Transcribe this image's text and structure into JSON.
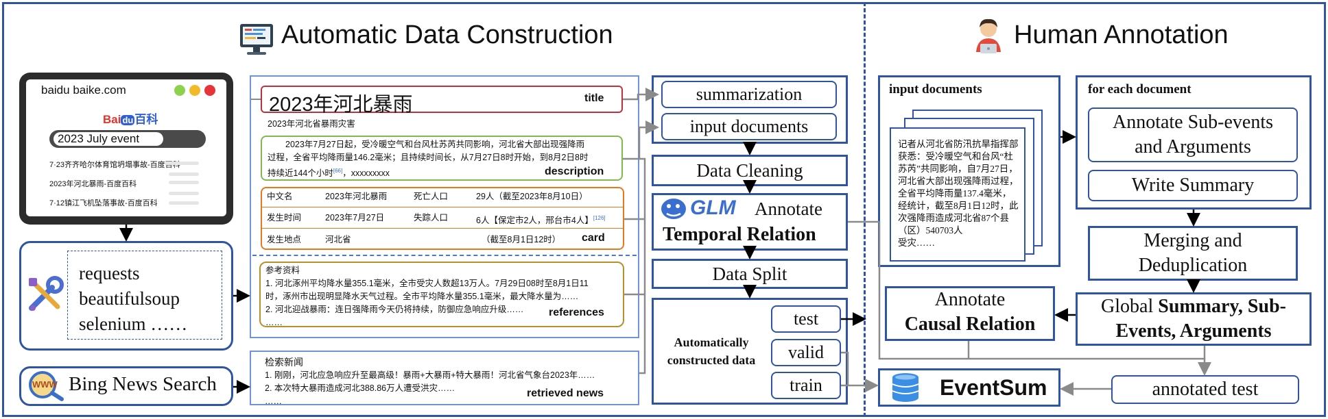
{
  "sections": {
    "auto_title": "Automatic Data Construction",
    "human_title": "Human Annotation"
  },
  "browser": {
    "url": "baidu baike.com",
    "logo_left": "Bai",
    "logo_du": "du",
    "logo_right": "百科",
    "search_value": "2023 July event",
    "results": [
      "7·23齐齐哈尔体育馆坍塌事故-百度百科",
      "2023年河北暴雨-百度百科",
      "7·12镇江飞机坠落事故-百度百科"
    ]
  },
  "tools": {
    "lines": [
      "requests",
      "beautifulsoup",
      "selenium ……"
    ]
  },
  "bing": {
    "label": "Bing News Search",
    "icon_text": "WWW"
  },
  "page": {
    "title_value": "2023年河北暴雨",
    "title_tag": "title",
    "subtitle": "2023年河北省暴雨灾害",
    "description_lines": [
      "2023年7月27日起，受冷暖空气和台风杜苏芮共同影响，河北省大部出现强降雨",
      "过程，全省平均降雨量146.2毫米；且持续时间长，从7月27日8时开始，到8月2日8时",
      "持续近144个小时"
    ],
    "description_ref": "[66]",
    "description_tail": "，xxxxxxxxx",
    "description_tag": "description",
    "card_rows": [
      [
        "中文名",
        "2023年河北暴雨",
        "死亡人口",
        "29人（截至2023年8月10日）"
      ],
      [
        "发生时间",
        "2023年7月27日",
        "失踪人口",
        "6人【保定市2人，邢台市4人】"
      ],
      [
        "发生地点",
        "河北省",
        "",
        "（截至8月1日12时）"
      ]
    ],
    "card_ref": "[126]",
    "card_tag": "card",
    "references_title": "参考资料",
    "references_lines": [
      "1. 河北涿州平均降水量355.1毫米，全市受灾人数超13万人。7月29日08时至8月1日11",
      "时，涿州市出现明显降水天气过程。全市平均降水量355.1毫米，最大降水量为……",
      "2. 河北迎战暴雨：连日强降雨今天仍将持续，防御应急响应升级……",
      "……"
    ],
    "references_tag": "references",
    "news_title": "检索新闻",
    "news_lines": [
      "1. 刚刚，河北应急响应升至最高级！暴雨+大暴雨+特大暴雨！河北省气象台2023年……",
      "2. 本次特大暴雨造成河北388.86万人遭受洪灾……",
      "……"
    ],
    "news_tag": "retrieved news"
  },
  "pipeline": {
    "summarization": "summarization",
    "input_documents": "input documents",
    "data_cleaning": "Data Cleaning",
    "glm_logo": "GLM",
    "annotate": "Annotate",
    "temporal_relation": "Temporal Relation",
    "data_split": "Data Split",
    "auto_data": "Automatically constructed data",
    "splits": [
      "test",
      "valid",
      "train"
    ]
  },
  "human": {
    "input_docs_title": "input documents",
    "doc_lines": [
      "记者从河北省防汛抗旱指挥部",
      "获悉：受冷暖空气和台风“杜",
      "苏芮”共同影响，自7月27日，",
      "河北省大部出现强降雨过程，",
      "全省平均降雨量137.4毫米，",
      "经统计，截至8月1日12时，此",
      "次强降雨造成河北省87个县",
      "（区）540703人",
      "受灾……"
    ],
    "for_each_title": "for each document",
    "annotate_sub": "Annotate Sub-events and Arguments",
    "write_summary": "Write Summary",
    "merging": "Merging and Deduplication",
    "global_prefix": "Global ",
    "global_bold": "Summary, Sub-Events, Arguments",
    "annotate_causal_1": "Annotate",
    "annotate_causal_2": "Causal Relation",
    "eventsum": "EventSum",
    "annotated_test": "annotated test"
  },
  "colors": {
    "frame": "#2e54a3",
    "title_red": "#c0303a",
    "desc_green": "#7dbb4d",
    "card_orange": "#e8781e",
    "ref_gold": "#b8902a",
    "arrow_gray": "#8a8a8a"
  }
}
